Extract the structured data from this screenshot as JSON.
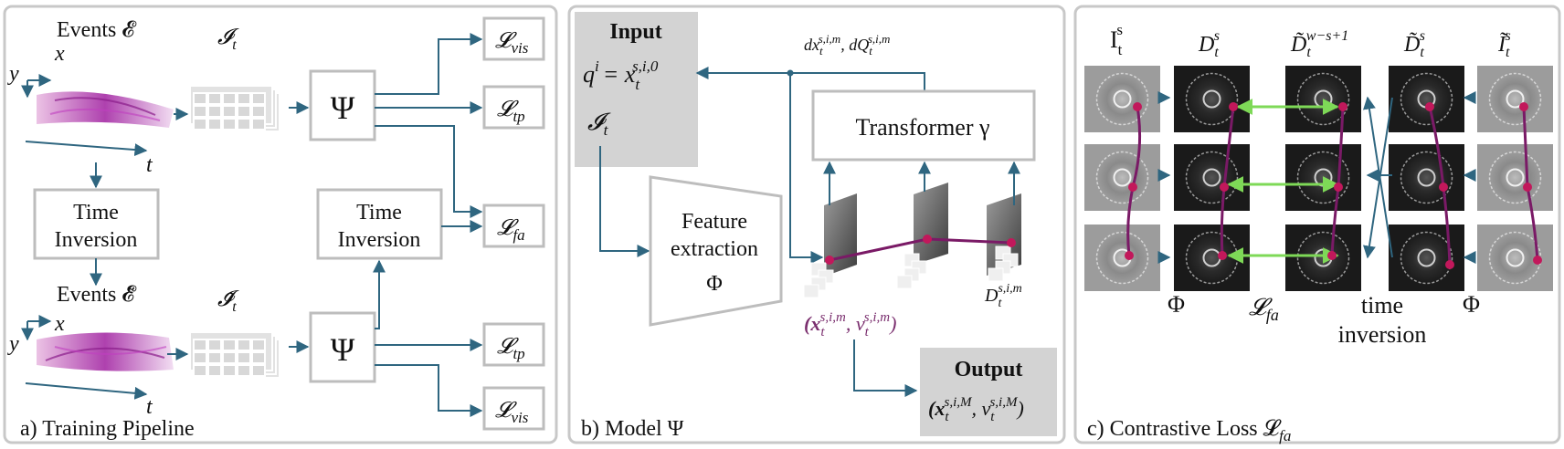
{
  "panel_a": {
    "caption": "a) Training Pipeline",
    "events_label": "Events 𝓔",
    "events_inv_label": "Events 𝓔̃",
    "axis_x": "x",
    "axis_y": "y",
    "axis_t": "t",
    "rep_label": "𝓘",
    "rep_label_sub": "t",
    "rep_inv_label": "𝓘̃",
    "rep_inv_label_sub": "t",
    "model_symbol": "Ψ",
    "time_inversion_line1": "Time",
    "time_inversion_line2": "Inversion",
    "loss_vis": "𝓛",
    "loss_vis_sub": "vis",
    "loss_tp": "𝓛",
    "loss_tp_sub": "tp",
    "loss_fa": "𝓛",
    "loss_fa_sub": "fa"
  },
  "panel_b": {
    "caption": "b) Model Ψ",
    "input_title": "Input",
    "input_q": "q",
    "input_q_sup": "i",
    "input_eq": "= x",
    "input_eq_sub": "t",
    "input_eq_sup": "s,i,0",
    "input_rep": "𝓘",
    "input_rep_sub": "t",
    "update_label": "dx",
    "update_label_sub": "t",
    "update_label_sup": "s,i,m",
    "update_label_mid": ", dQ",
    "update_label2_sub": "t",
    "update_label2_sup": "s,i,m",
    "transformer_label": "Transformer γ",
    "feature_line1": "Feature",
    "feature_line2": "extraction",
    "feature_line3": "Φ",
    "track_label": "(x",
    "track_label_sub": "t",
    "track_label_sup": "s,i,m",
    "track_label_mid": ", v",
    "track_label2_sub": "t",
    "track_label2_sup": "s,i,m",
    "track_label_end": ")",
    "desc_label": "D",
    "desc_label_sub": "t",
    "desc_label_sup": "s,i,m",
    "output_title": "Output",
    "output_label": "(x",
    "output_label_sub": "t",
    "output_label_sup": "s,i,M",
    "output_label_mid": ", v",
    "output_label2_sub": "t",
    "output_label2_sup": "s,i,M",
    "output_label_end": ")"
  },
  "panel_c": {
    "caption": "c) Contrastive Loss 𝓛",
    "caption_sub": "fa",
    "col1": "I",
    "col1_sub": "t",
    "col1_sup": "s",
    "col2": "D",
    "col2_sub": "t",
    "col2_sup": "s",
    "col3": "D̃",
    "col3_sub": "t",
    "col3_sup": "w−s+1",
    "col4": "D̃",
    "col4_sub": "t",
    "col4_sup": "s",
    "col5": "Ĩ",
    "col5_sub": "t",
    "col5_sup": "s",
    "phi_left": "Φ",
    "loss_fa": "𝓛",
    "loss_fa_sub": "fa",
    "time_inversion_line1": "time",
    "time_inversion_line2": "inversion",
    "phi_right": "Φ"
  },
  "colors": {
    "arrow": "#2f6680",
    "track": "#8b1a6b",
    "match": "#7ed957",
    "border": "#c8c8c8"
  }
}
